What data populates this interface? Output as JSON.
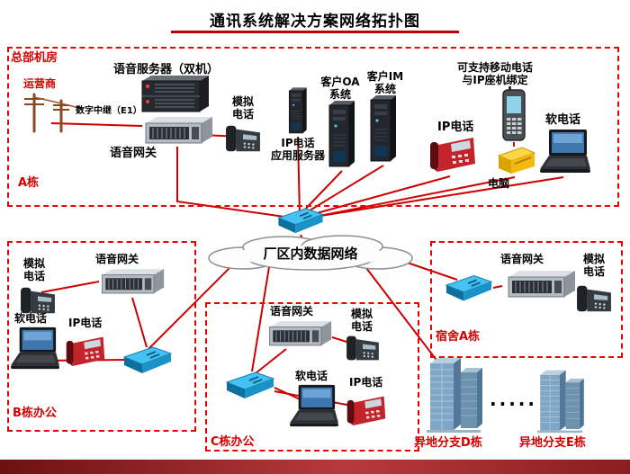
{
  "title": "通讯系统解决方案网络拓扑图",
  "hq": {
    "region": "总部机房",
    "building": "A栋",
    "carrier": "运营商",
    "voice_server": "语音服务器（双机）",
    "digital_trunk": "数字中继（E1）",
    "voice_gateway": "语音网关",
    "analog_phone": "模拟\n电话",
    "ip_app_server": "IP电话\n应用服务器",
    "oa_system": "客户OA\n系统",
    "im_system": "客户IM\n系统",
    "mobile_note": "可支持移动电话\n与IP座机绑定",
    "ip_phone": "IP电话",
    "pc": "电脑",
    "softphone": "软电话"
  },
  "core": {
    "cloud": "厂区内数据网络"
  },
  "b_office": {
    "region": "B栋办公",
    "analog_phone": "模拟\n电话",
    "voice_gateway": "语音网关",
    "softphone": "软电话",
    "ip_phone": "IP电话"
  },
  "c_office": {
    "region": "C栋办公",
    "voice_gateway": "语音网关",
    "analog_phone": "模拟\n电话",
    "softphone": "软电话",
    "ip_phone": "IP电话"
  },
  "dorm": {
    "region": "宿舍A栋",
    "voice_gateway": "语音网关",
    "analog_phone": "模拟\n电话"
  },
  "branches": {
    "d": "异地分支D栋",
    "e": "异地分支E栋",
    "dots": "·····"
  }
}
